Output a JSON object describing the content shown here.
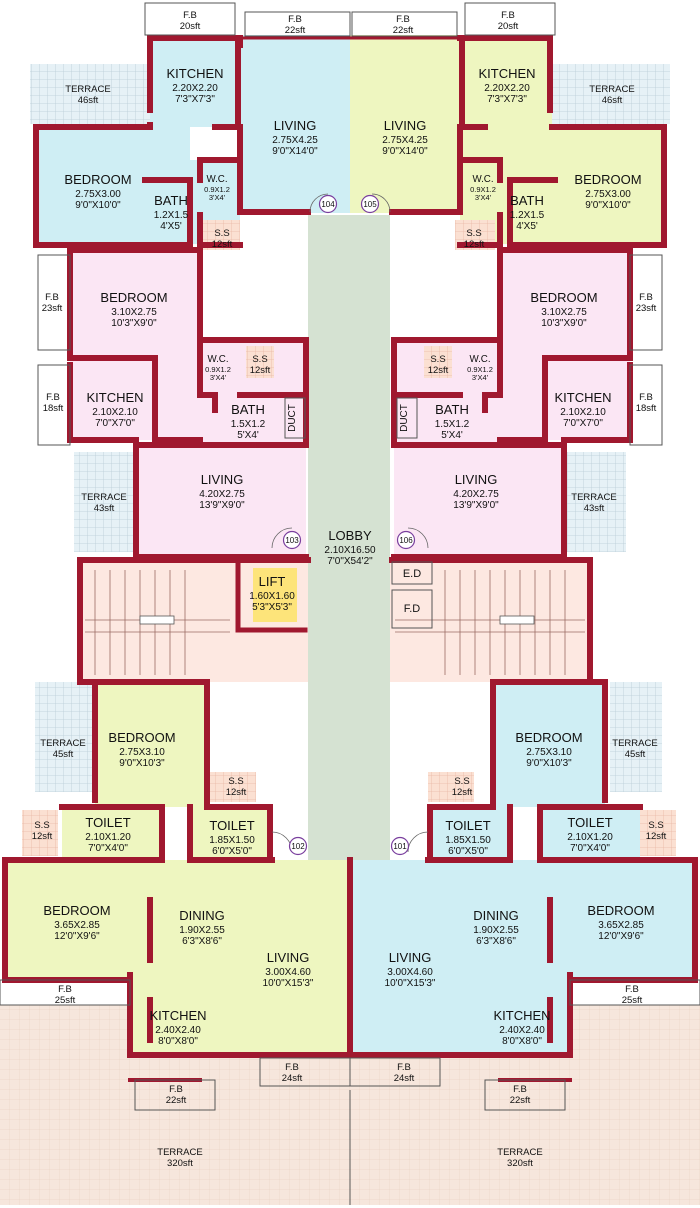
{
  "colors": {
    "wall": "#a0182f",
    "kitchen": "#cfeef4",
    "bedroom_blue": "#cfeef4",
    "living_yellow": "#eef6c0",
    "pink": "#fbe6f4",
    "lobby": "#d5e2d2",
    "terrace": "#f5e3d6",
    "stair": "#fde8e1",
    "lift": "#fde47a",
    "fb": "#ffffff"
  },
  "rooms": [
    {
      "id": "kitchen-tl",
      "name": "KITCHEN",
      "dim": "2.20X2.20",
      "imp": "7'3\"X7'3\""
    },
    {
      "id": "living-tl",
      "name": "LIVING",
      "dim": "2.75X4.25",
      "imp": "9'0\"X14'0\""
    },
    {
      "id": "bedroom-tl",
      "name": "BEDROOM",
      "dim": "2.75X3.00",
      "imp": "9'0\"X10'0\""
    },
    {
      "id": "wc-tl",
      "name": "W.C.",
      "dim": "0.9X1.2",
      "imp": "3'X4'"
    },
    {
      "id": "bath-tl",
      "name": "BATH",
      "dim": "1.2X1.5",
      "imp": "4'X5'"
    },
    {
      "id": "kitchen-tr",
      "name": "KITCHEN",
      "dim": "2.20X2.20",
      "imp": "7'3\"X7'3\""
    },
    {
      "id": "living-tr",
      "name": "LIVING",
      "dim": "2.75X4.25",
      "imp": "9'0\"X14'0\""
    },
    {
      "id": "bedroom-tr",
      "name": "BEDROOM",
      "dim": "2.75X3.00",
      "imp": "9'0\"X10'0\""
    },
    {
      "id": "wc-tr",
      "name": "W.C.",
      "dim": "0.9X1.2",
      "imp": "3'X4'"
    },
    {
      "id": "bath-tr",
      "name": "BATH",
      "dim": "1.2X1.5",
      "imp": "4'X5'"
    },
    {
      "id": "bedroom-ml",
      "name": "BEDROOM",
      "dim": "3.10X2.75",
      "imp": "10'3\"X9'0\""
    },
    {
      "id": "kitchen-ml",
      "name": "KITCHEN",
      "dim": "2.10X2.10",
      "imp": "7'0\"X7'0\""
    },
    {
      "id": "wc-ml",
      "name": "W.C.",
      "dim": "0.9X1.2",
      "imp": "3'X4'"
    },
    {
      "id": "bath-ml",
      "name": "BATH",
      "dim": "1.5X1.2",
      "imp": "5'X4'"
    },
    {
      "id": "living-ml",
      "name": "LIVING",
      "dim": "4.20X2.75",
      "imp": "13'9\"X9'0\""
    },
    {
      "id": "bedroom-mr",
      "name": "BEDROOM",
      "dim": "3.10X2.75",
      "imp": "10'3\"X9'0\""
    },
    {
      "id": "kitchen-mr",
      "name": "KITCHEN",
      "dim": "2.10X2.10",
      "imp": "7'0\"X7'0\""
    },
    {
      "id": "wc-mr",
      "name": "W.C.",
      "dim": "0.9X1.2",
      "imp": "3'X4'"
    },
    {
      "id": "bath-mr",
      "name": "BATH",
      "dim": "1.5X1.2",
      "imp": "5'X4'"
    },
    {
      "id": "living-mr",
      "name": "LIVING",
      "dim": "4.20X2.75",
      "imp": "13'9\"X9'0\""
    },
    {
      "id": "lobby",
      "name": "LOBBY",
      "dim": "2.10X16.50",
      "imp": "7'0\"X54'2\""
    },
    {
      "id": "lift",
      "name": "LIFT",
      "dim": "1.60X1.60",
      "imp": "5'3\"X5'3\""
    },
    {
      "id": "bedroom-bl1",
      "name": "BEDROOM",
      "dim": "2.75X3.10",
      "imp": "9'0\"X10'3\""
    },
    {
      "id": "toilet-bl1",
      "name": "TOILET",
      "dim": "2.10X1.20",
      "imp": "7'0\"X4'0\""
    },
    {
      "id": "toilet-bl2",
      "name": "TOILET",
      "dim": "1.85X1.50",
      "imp": "6'0\"X5'0\""
    },
    {
      "id": "bedroom-bl2",
      "name": "BEDROOM",
      "dim": "3.65X2.85",
      "imp": "12'0\"X9'6\""
    },
    {
      "id": "dining-bl",
      "name": "DINING",
      "dim": "1.90X2.55",
      "imp": "6'3\"X8'6\""
    },
    {
      "id": "living-bl",
      "name": "LIVING",
      "dim": "3.00X4.60",
      "imp": "10'0\"X15'3\""
    },
    {
      "id": "kitchen-bl",
      "name": "KITCHEN",
      "dim": "2.40X2.40",
      "imp": "8'0\"X8'0\""
    },
    {
      "id": "bedroom-br1",
      "name": "BEDROOM",
      "dim": "2.75X3.10",
      "imp": "9'0\"X10'3\""
    },
    {
      "id": "toilet-br1",
      "name": "TOILET",
      "dim": "2.10X1.20",
      "imp": "7'0\"X4'0\""
    },
    {
      "id": "toilet-br2",
      "name": "TOILET",
      "dim": "1.85X1.50",
      "imp": "6'0\"X5'0\""
    },
    {
      "id": "bedroom-br2",
      "name": "BEDROOM",
      "dim": "3.65X2.85",
      "imp": "12'0\"X9'6\""
    },
    {
      "id": "dining-br",
      "name": "DINING",
      "dim": "1.90X2.55",
      "imp": "6'3\"X8'6\""
    },
    {
      "id": "living-br",
      "name": "LIVING",
      "dim": "3.00X4.60",
      "imp": "10'0\"X15'3\""
    },
    {
      "id": "kitchen-br",
      "name": "KITCHEN",
      "dim": "2.40X2.40",
      "imp": "8'0\"X8'0\""
    }
  ],
  "areas": [
    {
      "id": "fb-1",
      "name": "F.B",
      "area": "20sft"
    },
    {
      "id": "fb-2",
      "name": "F.B",
      "area": "22sft"
    },
    {
      "id": "fb-3",
      "name": "F.B",
      "area": "22sft"
    },
    {
      "id": "fb-4",
      "name": "F.B",
      "area": "20sft"
    },
    {
      "id": "terrace-1",
      "name": "TERRACE",
      "area": "46sft"
    },
    {
      "id": "terrace-2",
      "name": "TERRACE",
      "area": "46sft"
    },
    {
      "id": "ss-1",
      "name": "S.S",
      "area": "12sft"
    },
    {
      "id": "ss-2",
      "name": "S.S",
      "area": "12sft"
    },
    {
      "id": "fb-5",
      "name": "F.B",
      "area": "23sft"
    },
    {
      "id": "fb-6",
      "name": "F.B",
      "area": "23sft"
    },
    {
      "id": "ss-3",
      "name": "S.S",
      "area": "12sft"
    },
    {
      "id": "ss-4",
      "name": "S.S",
      "area": "12sft"
    },
    {
      "id": "fb-7",
      "name": "F.B",
      "area": "18sft"
    },
    {
      "id": "fb-8",
      "name": "F.B",
      "area": "18sft"
    },
    {
      "id": "terrace-3",
      "name": "TERRACE",
      "area": "43sft"
    },
    {
      "id": "terrace-4",
      "name": "TERRACE",
      "area": "43sft"
    },
    {
      "id": "terrace-5",
      "name": "TERRACE",
      "area": "45sft"
    },
    {
      "id": "terrace-6",
      "name": "TERRACE",
      "area": "45sft"
    },
    {
      "id": "ss-5",
      "name": "S.S",
      "area": "12sft"
    },
    {
      "id": "ss-6",
      "name": "S.S",
      "area": "12sft"
    },
    {
      "id": "ss-7",
      "name": "S.S",
      "area": "12sft"
    },
    {
      "id": "ss-8",
      "name": "S.S",
      "area": "12sft"
    },
    {
      "id": "fb-9",
      "name": "F.B",
      "area": "25sft"
    },
    {
      "id": "fb-10",
      "name": "F.B",
      "area": "25sft"
    },
    {
      "id": "fb-11",
      "name": "F.B",
      "area": "24sft"
    },
    {
      "id": "fb-12",
      "name": "F.B",
      "area": "24sft"
    },
    {
      "id": "fb-13",
      "name": "F.B",
      "area": "22sft"
    },
    {
      "id": "fb-14",
      "name": "F.B",
      "area": "22sft"
    },
    {
      "id": "terrace-7",
      "name": "TERRACE",
      "area": "320sft"
    },
    {
      "id": "terrace-8",
      "name": "TERRACE",
      "area": "320sft"
    }
  ],
  "labels": {
    "duct": "DUCT",
    "ed": "E.D",
    "fd": "F.D"
  },
  "doors": [
    "104",
    "105",
    "103",
    "106",
    "102",
    "101"
  ]
}
